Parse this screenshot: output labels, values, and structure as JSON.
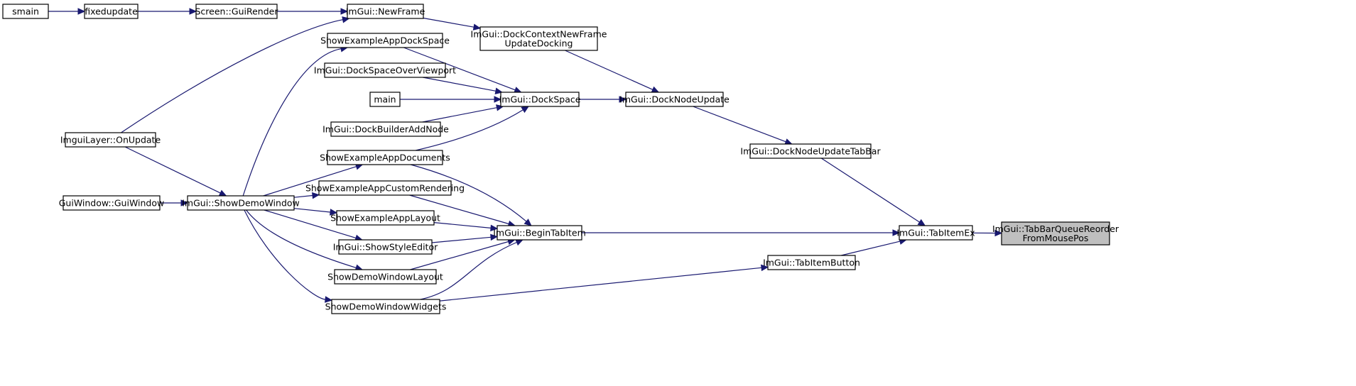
{
  "diagram": {
    "type": "call-graph",
    "colors": {
      "edge": "#191970",
      "node_fill": "#ffffff",
      "node_border": "#000000",
      "highlight_fill": "#bfbfbf"
    },
    "nodes": {
      "smain": {
        "lines": [
          "smain"
        ]
      },
      "fixedupdate": {
        "lines": [
          "fixedupdate"
        ]
      },
      "screen_guirender": {
        "lines": [
          "Screen::GuiRender"
        ]
      },
      "imgui_newframe": {
        "lines": [
          "ImGui::NewFrame"
        ]
      },
      "dockcontext": {
        "lines": [
          "ImGui::DockContextNewFrame",
          "UpdateDocking"
        ]
      },
      "showexampleappdockspace": {
        "lines": [
          "ShowExampleAppDockSpace"
        ]
      },
      "dockspaceoverviewport": {
        "lines": [
          "ImGui::DockSpaceOverViewport"
        ]
      },
      "main": {
        "lines": [
          "main"
        ]
      },
      "dockbuilderaddnode": {
        "lines": [
          "ImGui::DockBuilderAddNode"
        ]
      },
      "imgui_dockspace": {
        "lines": [
          "ImGui::DockSpace"
        ]
      },
      "docknodeupdate": {
        "lines": [
          "ImGui::DockNodeUpdate"
        ]
      },
      "imguilayer_onupdate": {
        "lines": [
          "ImguiLayer::OnUpdate"
        ]
      },
      "showexampleappdocuments": {
        "lines": [
          "ShowExampleAppDocuments"
        ]
      },
      "docknodeupdatetabbar": {
        "lines": [
          "ImGui::DockNodeUpdateTabBar"
        ]
      },
      "guiwindow": {
        "lines": [
          "GuiWindow::GuiWindow"
        ]
      },
      "showdemowindow": {
        "lines": [
          "ImGui::ShowDemoWindow"
        ]
      },
      "customrendering": {
        "lines": [
          "ShowExampleAppCustomRendering"
        ]
      },
      "appLayout": {
        "lines": [
          "ShowExampleAppLayout"
        ]
      },
      "begintabitem": {
        "lines": [
          "ImGui::BeginTabItem"
        ]
      },
      "tabitemex": {
        "lines": [
          "ImGui::TabItemEx"
        ]
      },
      "tabbarqueue": {
        "lines": [
          "ImGui::TabBarQueueReorder",
          "FromMousePos"
        ]
      },
      "showstyleeditor": {
        "lines": [
          "ImGui::ShowStyleEditor"
        ]
      },
      "showdemowindowlayout": {
        "lines": [
          "ShowDemoWindowLayout"
        ]
      },
      "tabitembutton": {
        "lines": [
          "ImGui::TabItemButton"
        ]
      },
      "showdemowindowwidgets": {
        "lines": [
          "ShowDemoWindowWidgets"
        ]
      }
    },
    "edges": [
      [
        "smain",
        "fixedupdate"
      ],
      [
        "fixedupdate",
        "screen_guirender"
      ],
      [
        "screen_guirender",
        "imgui_newframe"
      ],
      [
        "imguilayer_onupdate",
        "imgui_newframe"
      ],
      [
        "imgui_newframe",
        "dockcontext"
      ],
      [
        "dockcontext",
        "docknodeupdate"
      ],
      [
        "showexampleappdockspace",
        "imgui_dockspace"
      ],
      [
        "dockspaceoverviewport",
        "imgui_dockspace"
      ],
      [
        "main",
        "imgui_dockspace"
      ],
      [
        "dockbuilderaddnode",
        "imgui_dockspace"
      ],
      [
        "showexampleappdocuments",
        "imgui_dockspace"
      ],
      [
        "imgui_dockspace",
        "docknodeupdate"
      ],
      [
        "docknodeupdate",
        "docknodeupdatetabbar"
      ],
      [
        "docknodeupdatetabbar",
        "tabitemex"
      ],
      [
        "imguilayer_onupdate",
        "showdemowindow"
      ],
      [
        "guiwindow",
        "showdemowindow"
      ],
      [
        "showdemowindow",
        "showexampleappdockspace"
      ],
      [
        "showdemowindow",
        "showexampleappdocuments"
      ],
      [
        "showdemowindow",
        "customrendering"
      ],
      [
        "showdemowindow",
        "appLayout"
      ],
      [
        "showdemowindow",
        "showstyleeditor"
      ],
      [
        "showdemowindow",
        "showdemowindowlayout"
      ],
      [
        "showdemowindow",
        "showdemowindowwidgets"
      ],
      [
        "showexampleappdocuments",
        "begintabitem"
      ],
      [
        "customrendering",
        "begintabitem"
      ],
      [
        "appLayout",
        "begintabitem"
      ],
      [
        "showstyleeditor",
        "begintabitem"
      ],
      [
        "showdemowindowlayout",
        "begintabitem"
      ],
      [
        "showdemowindowwidgets",
        "begintabitem"
      ],
      [
        "begintabitem",
        "tabitemex"
      ],
      [
        "showdemowindowwidgets",
        "tabitembutton"
      ],
      [
        "tabitembutton",
        "tabitemex"
      ],
      [
        "tabitemex",
        "tabbarqueue"
      ]
    ]
  }
}
